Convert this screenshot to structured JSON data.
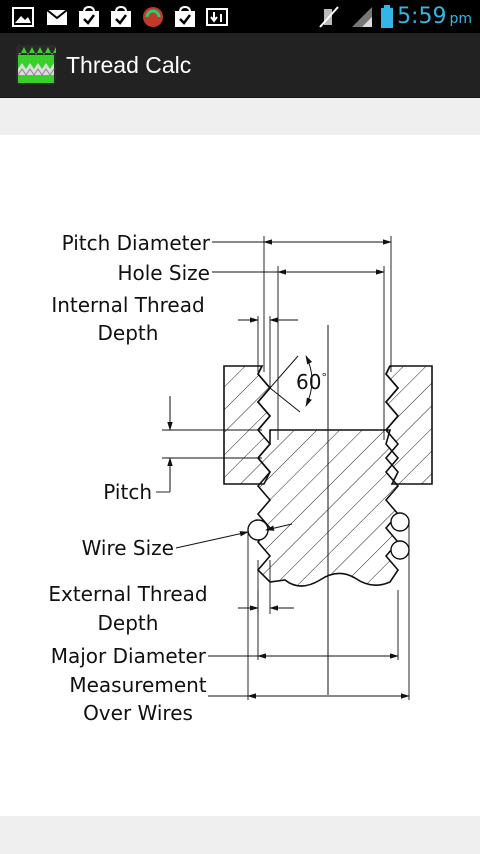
{
  "action_bar": {
    "title": "Thread Calc",
    "icon": "thread-calc-app-icon"
  },
  "status_bar": {
    "time": "5:59",
    "ampm": "pm",
    "left_icons": [
      "image-icon",
      "email-icon",
      "shopping-bag-check-icon",
      "shopping-bag-check-icon",
      "game-icon",
      "shopping-bag-check-icon",
      "download-icon"
    ],
    "right_icons": [
      "mute-icon",
      "signal-icon",
      "battery-icon"
    ],
    "accent_color": "#33b5e5"
  },
  "diagram": {
    "labels": {
      "pitch_diameter": "Pitch Diameter",
      "hole_size": "Hole Size",
      "internal_thread_line1": "Internal Thread",
      "internal_thread_line2": "Depth",
      "angle": "60",
      "angle_unit": "°",
      "pitch": "Pitch",
      "wire_size": "Wire Size",
      "external_thread_line1": "External Thread",
      "external_thread_line2": "Depth",
      "major_diameter": "Major Diameter",
      "measurement_line1": "Measurement",
      "measurement_line2": "Over Wires"
    }
  }
}
